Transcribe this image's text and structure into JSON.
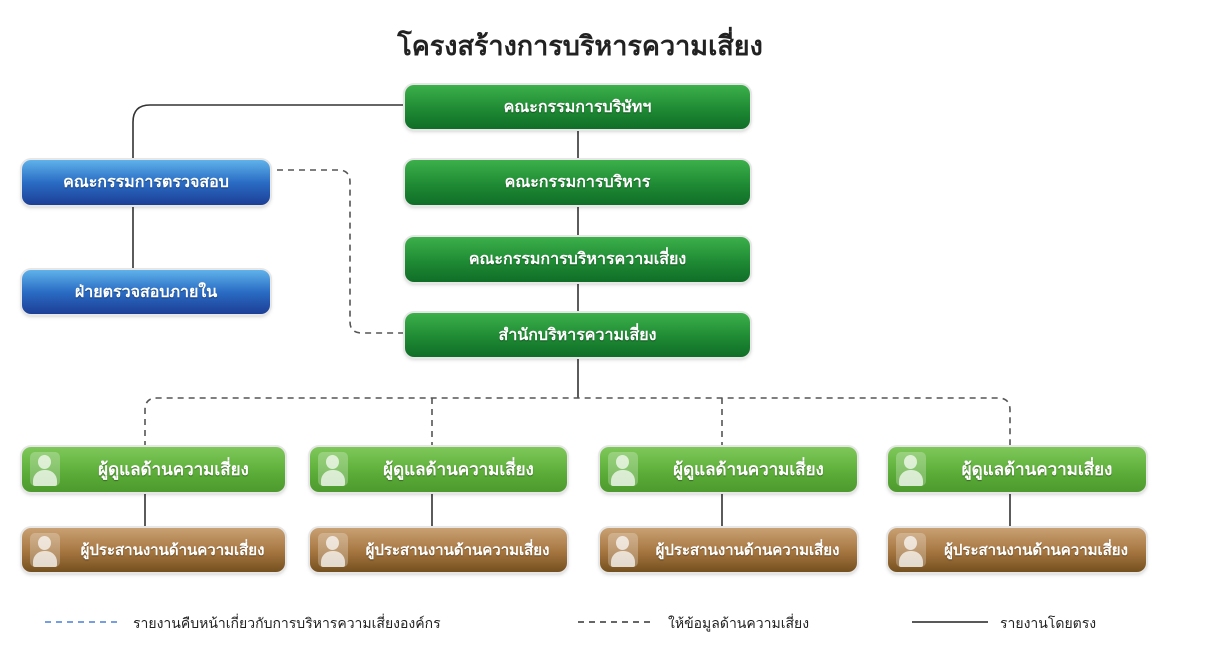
{
  "title": "โครงสร้างการบริหารความเสี่ยง",
  "main_chain": [
    "คณะกรรมการบริษัทฯ",
    "คณะกรรมการบริหาร",
    "คณะกรรมการบริหารความเสี่ยง",
    "สำนักบริหารความเสี่ยง"
  ],
  "audit": [
    "คณะกรรมการตรวจสอบ",
    "ฝ่ายตรวจสอบภายใน"
  ],
  "risk_owners": [
    "ผู้ดูแลด้านความเสี่ยง",
    "ผู้ดูแลด้านความเสี่ยง",
    "ผู้ดูแลด้านความเสี่ยง",
    "ผู้ดูแลด้านความเสี่ยง"
  ],
  "coordinators": [
    "ผู้ประสานงานด้านความเสี่ยง",
    "ผู้ประสานงานด้านความเสี่ยง",
    "ผู้ประสานงานด้านความเสี่ยง",
    "ผู้ประสานงานด้านความเสี่ยง"
  ],
  "legend": [
    {
      "label": "รายงานคืบหน้าเกี่ยวกับการบริหารความเสี่ยงองค์กร",
      "style": "dashed",
      "color": "#4a7fd6"
    },
    {
      "label": "ให้ข้อมูลด้านความเสี่ยง",
      "style": "dashed",
      "color": "#333333"
    },
    {
      "label": "รายงานโดยตรง",
      "style": "solid",
      "color": "#222222"
    }
  ]
}
